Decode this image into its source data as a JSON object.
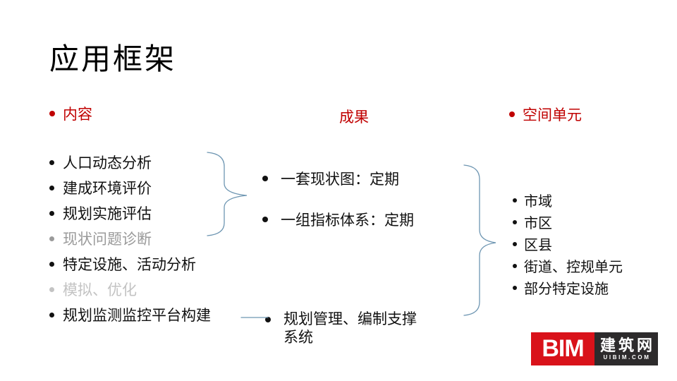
{
  "slide": {
    "title": "应用框架",
    "columns": {
      "content": {
        "header": "内容",
        "items": [
          {
            "label": "人口动态分析",
            "state": "normal"
          },
          {
            "label": "建成环境评价",
            "state": "normal"
          },
          {
            "label": "规划实施评估",
            "state": "normal"
          },
          {
            "label": "现状问题诊断",
            "state": "muted"
          },
          {
            "label": "特定设施、活动分析",
            "state": "normal"
          },
          {
            "label": "模拟、优化",
            "state": "faint"
          },
          {
            "label": "规划监测监控平台构建",
            "state": "normal"
          }
        ]
      },
      "results": {
        "header": "成果",
        "items": [
          {
            "label": "一套现状图：定期"
          },
          {
            "label": "一组指标体系：定期"
          },
          {
            "label": "规划管理、编制支撑系统"
          }
        ]
      },
      "spatial": {
        "header": "空间单元",
        "items": [
          {
            "label": "市域"
          },
          {
            "label": "市区"
          },
          {
            "label": "区县"
          },
          {
            "label": "街道、控规单元"
          },
          {
            "label": "部分特定设施"
          }
        ]
      }
    },
    "connectors": {
      "brace_content_to_results": "curly-brace",
      "brace_results_to_spatial": "curly-brace",
      "line_platform_to_system": "straight-line"
    },
    "logo": {
      "text": "BIM",
      "cn_text": "建筑网",
      "site": "UIBIM.COM"
    },
    "colors": {
      "accent_red": "#C00000",
      "text_black": "#111111",
      "muted_gray": "#9A9A9A",
      "faint_gray": "#C3C3C3",
      "brace_blue": "#6E96B2",
      "logo_red": "#D9121A",
      "logo_dark": "#2D2B2C"
    }
  }
}
